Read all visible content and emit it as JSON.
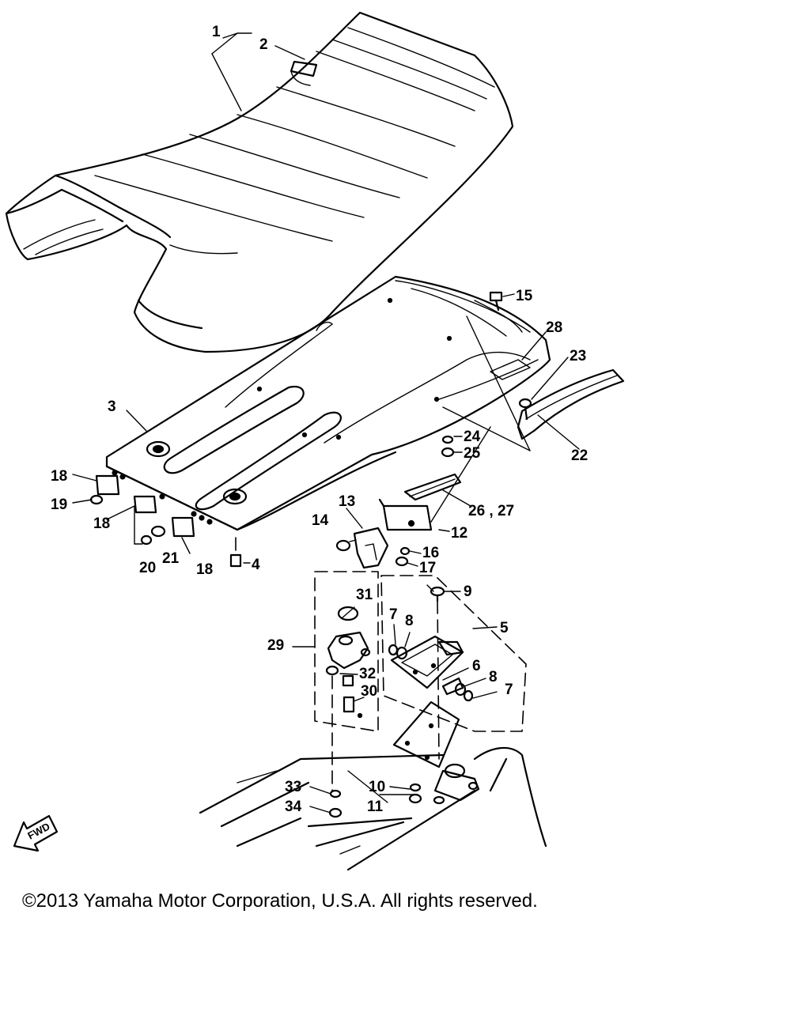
{
  "diagram": {
    "callouts": {
      "c1": "1",
      "c2": "2",
      "c3": "3",
      "c4": "4",
      "c5": "5",
      "c6": "6",
      "c7a": "7",
      "c7b": "7",
      "c8a": "8",
      "c8b": "8",
      "c9": "9",
      "c10": "10",
      "c11": "11",
      "c12": "12",
      "c13": "13",
      "c14": "14",
      "c15": "15",
      "c16": "16",
      "c17": "17",
      "c18a": "18",
      "c18b": "18",
      "c18c": "18",
      "c19": "19",
      "c20": "20",
      "c21": "21",
      "c22": "22",
      "c23": "23",
      "c24": "24",
      "c25": "25",
      "c26_27": "26 , 27",
      "c28": "28",
      "c29": "29",
      "c30": "30",
      "c31": "31",
      "c32": "32",
      "c33": "33",
      "c34": "34"
    },
    "fwd_label": "FWD",
    "icons": {
      "fwd": "fwd-arrow-icon"
    }
  },
  "copyright": "©2013 Yamaha Motor Corporation, U.S.A. All rights reserved."
}
